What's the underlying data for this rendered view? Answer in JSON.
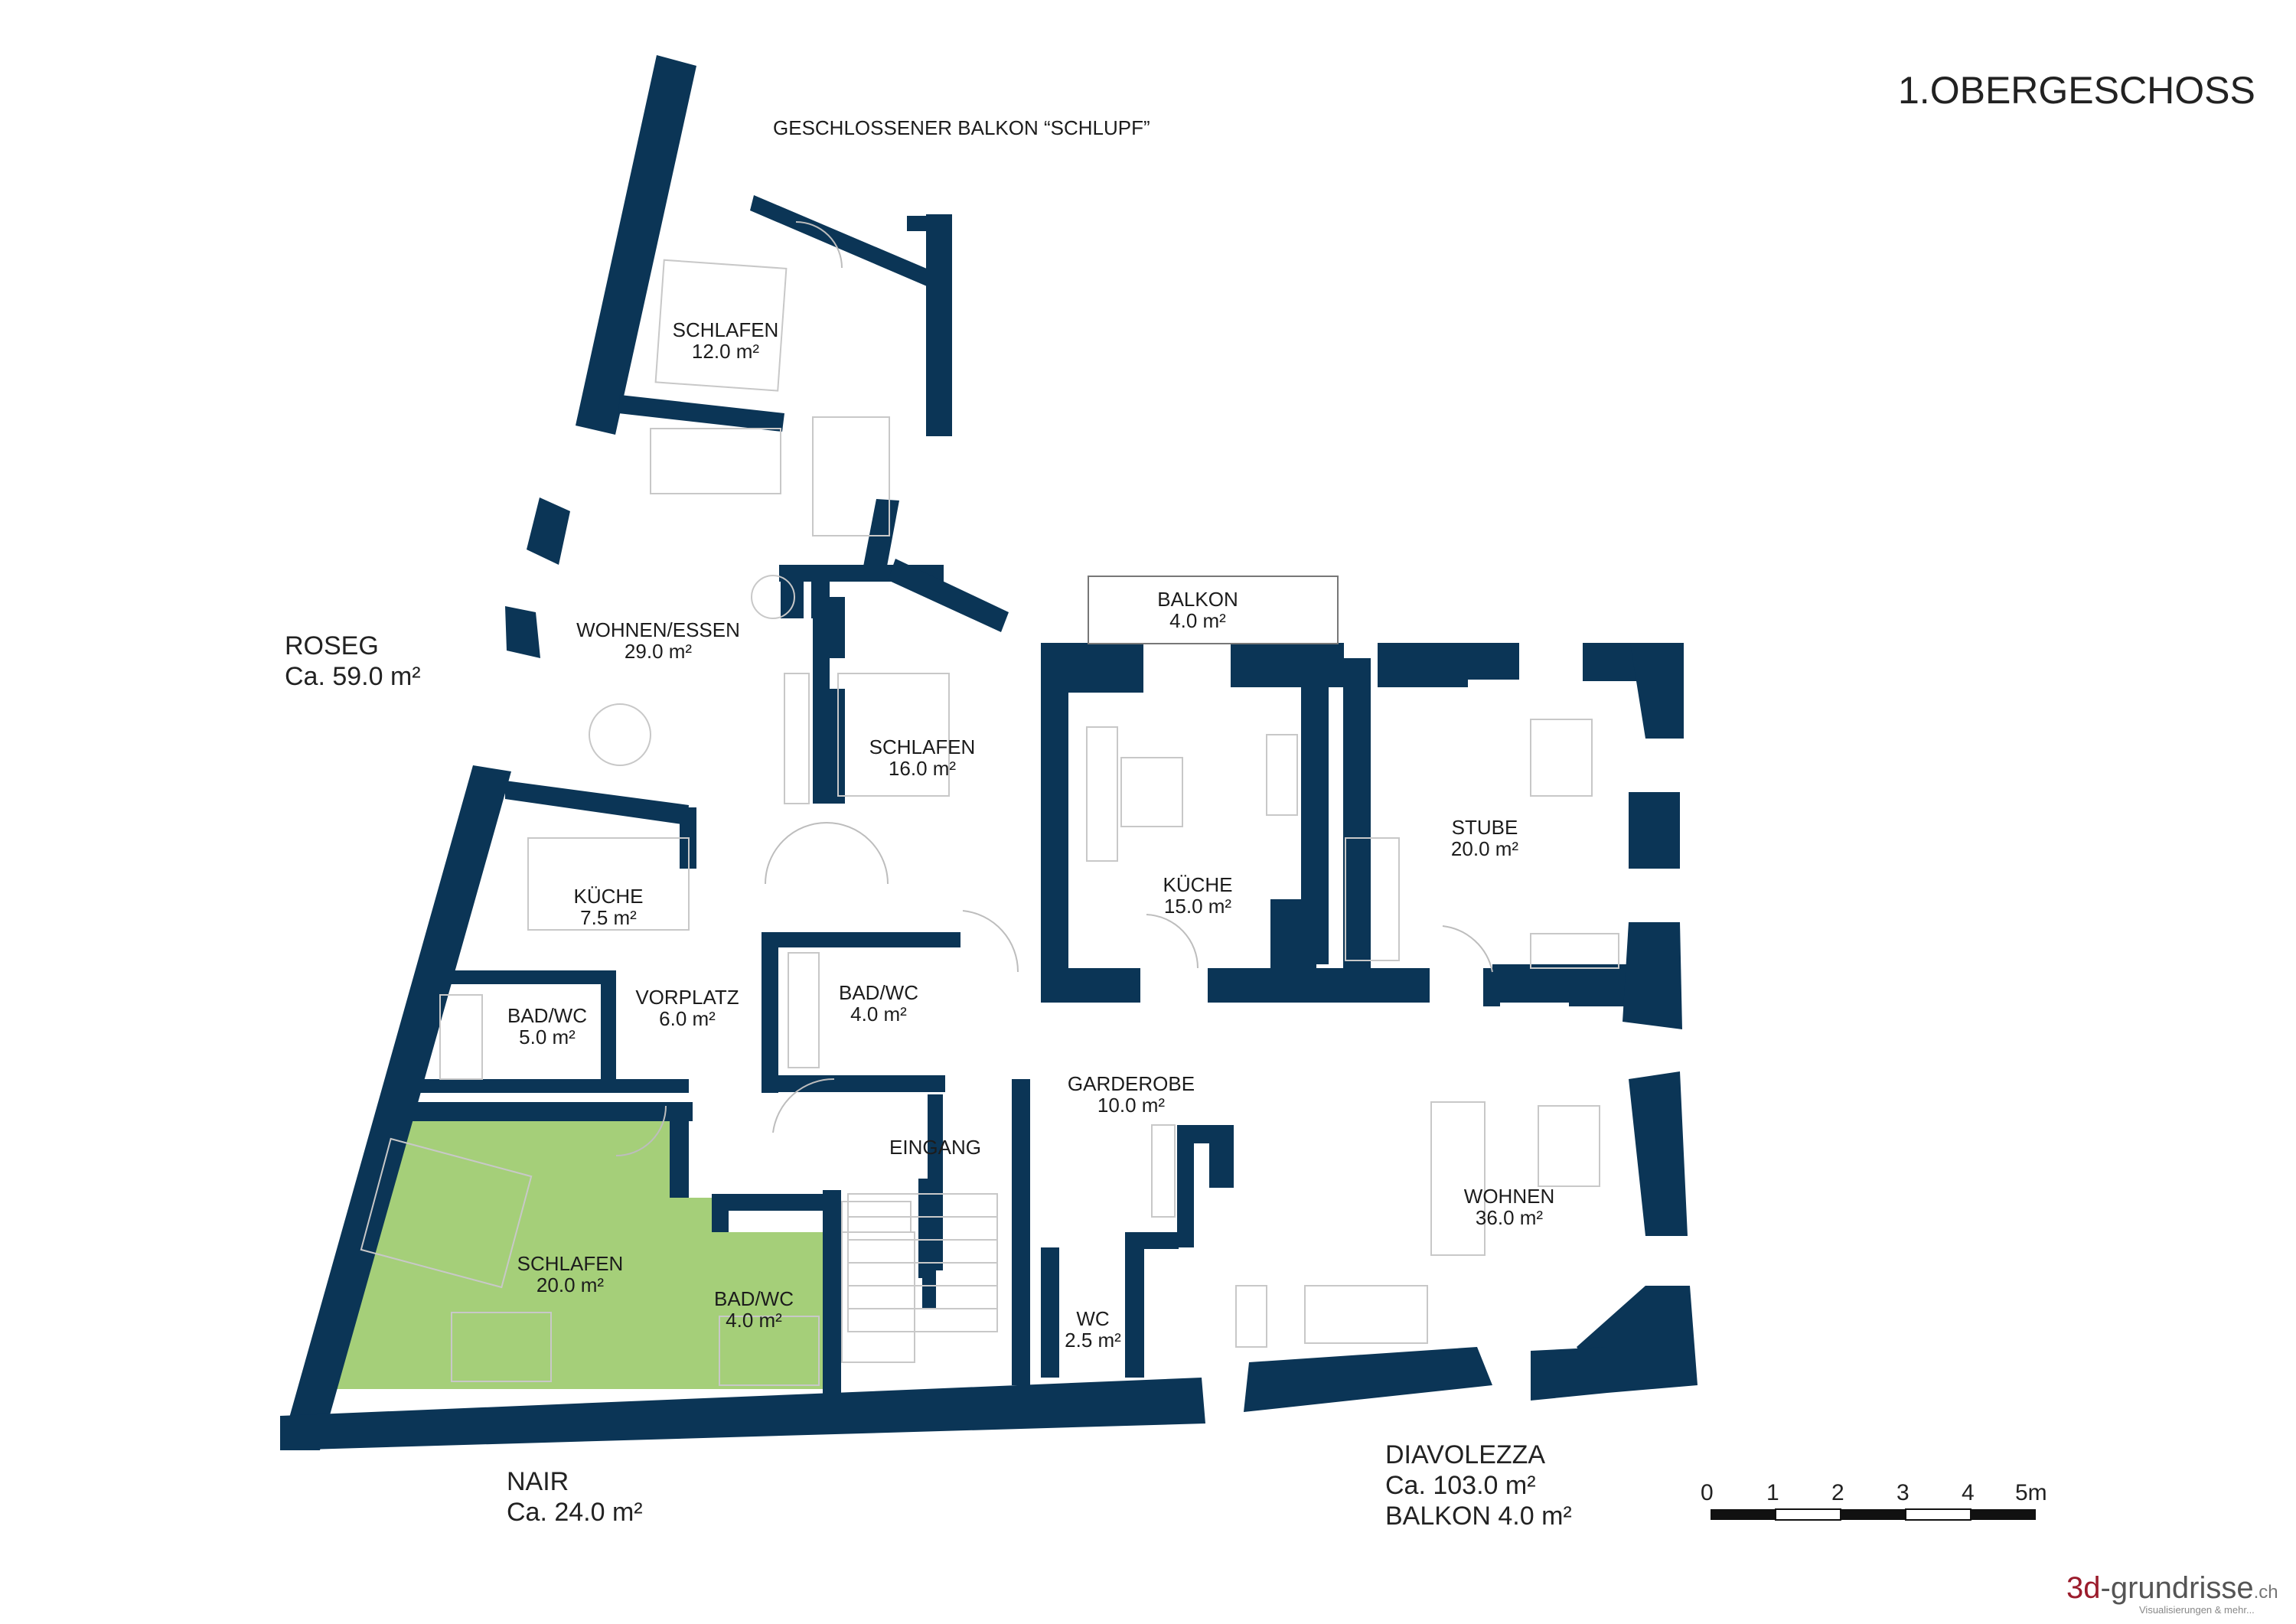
{
  "floor_title": "1.OBERGESCHOSS",
  "balcony_note": "GESCHLOSSENER BALKON “SCHLUPF”",
  "colors": {
    "wall": "#0b3556",
    "highlight_unit": "#a5cf79",
    "furniture": "#c8c8c8",
    "logo_accent": "#9b1c2c"
  },
  "apartments": {
    "roseg": {
      "name": "ROSEG",
      "area": "Ca. 59.0 m²"
    },
    "nair": {
      "name": "NAIR",
      "area": "Ca. 24.0 m²"
    },
    "diavolezza": {
      "name": "DIAVOLEZZA",
      "area": "Ca. 103.0 m²",
      "balcony": "BALKON 4.0 m²"
    }
  },
  "rooms": {
    "schlafen_12": {
      "name": "SCHLAFEN",
      "area": "12.0 m²"
    },
    "wohnen_essen": {
      "name": "WOHNEN/ESSEN",
      "area": "29.0 m²"
    },
    "schlafen_16": {
      "name": "SCHLAFEN",
      "area": "16.0 m²"
    },
    "kueche_7": {
      "name": "KÜCHE",
      "area": "7.5 m²"
    },
    "bad_5": {
      "name": "BAD/WC",
      "area": "5.0 m²"
    },
    "vorplatz": {
      "name": "VORPLATZ",
      "area": "6.0 m²"
    },
    "bad_4a": {
      "name": "BAD/WC",
      "area": "4.0 m²"
    },
    "eingang": {
      "name": "EINGANG"
    },
    "schlafen_20": {
      "name": "SCHLAFEN",
      "area": "20.0 m²"
    },
    "bad_4b": {
      "name": "BAD/WC",
      "area": "4.0 m²"
    },
    "balkon": {
      "name": "BALKON",
      "area": "4.0 m²"
    },
    "kueche_15": {
      "name": "KÜCHE",
      "area": "15.0 m²"
    },
    "stube": {
      "name": "STUBE",
      "area": "20.0 m²"
    },
    "garderobe": {
      "name": "GARDEROBE",
      "area": "10.0 m²"
    },
    "wohnen_36": {
      "name": "WOHNEN",
      "area": "36.0 m²"
    },
    "wc": {
      "name": "WC",
      "area": "2.5 m²"
    }
  },
  "scale_bar": {
    "labels": [
      "0",
      "1",
      "2",
      "3",
      "4",
      "5m"
    ]
  },
  "logo": {
    "name": "3d",
    "name2": "-grundrisse",
    "tld": ".ch",
    "tagline": "Visualisierungen & mehr..."
  }
}
